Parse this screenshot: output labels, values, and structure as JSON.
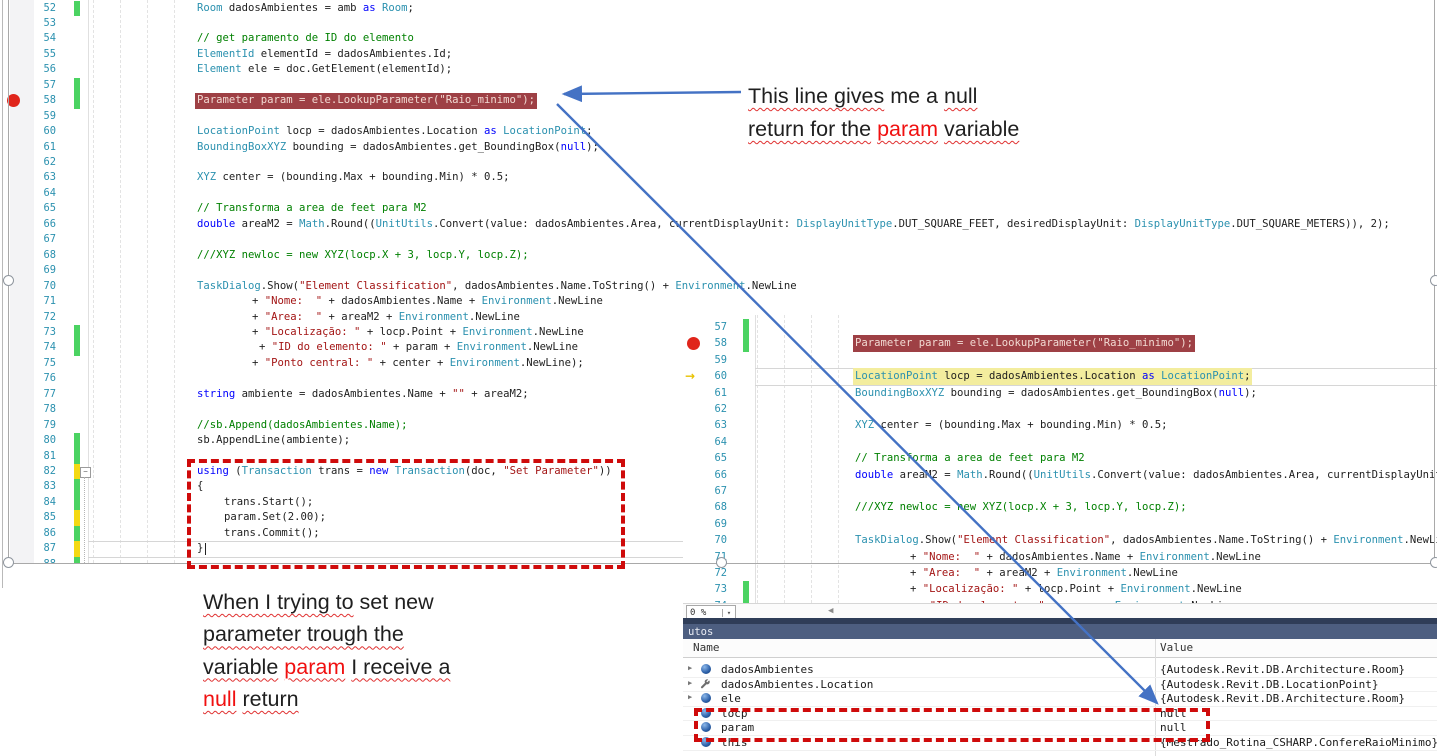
{
  "code": {
    "lines": [
      {
        "n": 52,
        "ind": 0,
        "tokens": [
          [
            "t",
            "Room"
          ],
          [
            "p",
            " dadosAmbientes = amb "
          ],
          [
            "k",
            "as"
          ],
          [
            "t",
            " Room"
          ],
          [
            "p",
            ";"
          ]
        ]
      },
      {
        "n": 53,
        "ind": 0,
        "tokens": []
      },
      {
        "n": 54,
        "ind": 0,
        "tokens": [
          [
            "c",
            "// get paramento de ID do elemento"
          ]
        ]
      },
      {
        "n": 55,
        "ind": 0,
        "tokens": [
          [
            "t",
            "ElementId"
          ],
          [
            "p",
            " elementId = dadosAmbientes.Id;"
          ]
        ]
      },
      {
        "n": 56,
        "ind": 0,
        "tokens": [
          [
            "t",
            "Element"
          ],
          [
            "p",
            " ele = doc.GetElement(elementId);"
          ]
        ]
      },
      {
        "n": 57,
        "ind": 0,
        "tokens": []
      },
      {
        "n": 58,
        "ind": 0,
        "tokens": [
          [
            "p",
            "Parameter param = ele.LookupParameter(\"Raio_minimo\");"
          ]
        ]
      },
      {
        "n": 59,
        "ind": 0,
        "tokens": []
      },
      {
        "n": 60,
        "ind": 0,
        "tokens": [
          [
            "t",
            "LocationPoint"
          ],
          [
            "p",
            " locp = dadosAmbientes.Location "
          ],
          [
            "k",
            "as"
          ],
          [
            "t",
            " LocationPoint"
          ],
          [
            "p",
            ";"
          ]
        ]
      },
      {
        "n": 61,
        "ind": 0,
        "tokens": [
          [
            "t",
            "BoundingBoxXYZ"
          ],
          [
            "p",
            " bounding = dadosAmbientes.get_BoundingBox("
          ],
          [
            "k",
            "null"
          ],
          [
            "p",
            ");"
          ]
        ]
      },
      {
        "n": 62,
        "ind": 0,
        "tokens": []
      },
      {
        "n": 63,
        "ind": 0,
        "tokens": [
          [
            "t",
            "XYZ"
          ],
          [
            "p",
            " center = (bounding.Max + bounding.Min) * 0.5;"
          ]
        ]
      },
      {
        "n": 64,
        "ind": 0,
        "tokens": []
      },
      {
        "n": 65,
        "ind": 0,
        "tokens": [
          [
            "c",
            "// Transforma a area de feet para M2"
          ]
        ]
      },
      {
        "n": 66,
        "ind": 0,
        "tokens": [
          [
            "k",
            "double"
          ],
          [
            "p",
            " areaM2 = "
          ],
          [
            "t",
            "Math"
          ],
          [
            "p",
            ".Round(("
          ],
          [
            "t",
            "UnitUtils"
          ],
          [
            "p",
            ".Convert(value: dadosAmbientes.Area, currentDisplayUnit: "
          ],
          [
            "t",
            "DisplayUnitType"
          ],
          [
            "p",
            ".DUT_SQUARE_FEET, desiredDisplayUnit: "
          ],
          [
            "t",
            "DisplayUnitType"
          ],
          [
            "p",
            ".DUT_SQUARE_METERS)), 2);"
          ]
        ]
      },
      {
        "n": 67,
        "ind": 0,
        "tokens": []
      },
      {
        "n": 68,
        "ind": 0,
        "tokens": [
          [
            "c",
            "///XYZ newloc = new XYZ(locp.X + 3, locp.Y, locp.Z);"
          ]
        ]
      },
      {
        "n": 69,
        "ind": 0,
        "tokens": []
      },
      {
        "n": 70,
        "ind": 0,
        "tokens": [
          [
            "t",
            "TaskDialog"
          ],
          [
            "p",
            ".Show("
          ],
          [
            "s",
            "\"Element Classification\""
          ],
          [
            "p",
            ", dadosAmbientes.Name.ToString() + "
          ],
          [
            "t",
            "Environment"
          ],
          [
            "p",
            ".NewLine"
          ]
        ]
      },
      {
        "n": 71,
        "ind": 55,
        "tokens": [
          [
            "p",
            "+ "
          ],
          [
            "s",
            "\"Nome:  \""
          ],
          [
            "p",
            " + dadosAmbientes.Name + "
          ],
          [
            "t",
            "Environment"
          ],
          [
            "p",
            ".NewLine"
          ]
        ]
      },
      {
        "n": 72,
        "ind": 55,
        "tokens": [
          [
            "p",
            "+ "
          ],
          [
            "s",
            "\"Area:  \""
          ],
          [
            "p",
            " + areaM2 + "
          ],
          [
            "t",
            "Environment"
          ],
          [
            "p",
            ".NewLine"
          ]
        ]
      },
      {
        "n": 73,
        "ind": 55,
        "tokens": [
          [
            "p",
            "+ "
          ],
          [
            "s",
            "\"Localização: \""
          ],
          [
            "p",
            " + locp.Point + "
          ],
          [
            "t",
            "Environment"
          ],
          [
            "p",
            ".NewLine"
          ]
        ]
      },
      {
        "n": 74,
        "ind": 62,
        "tokens": [
          [
            "p",
            "+ "
          ],
          [
            "s",
            "\"ID do elemento: \""
          ],
          [
            "p",
            " + param + "
          ],
          [
            "t",
            "Environment"
          ],
          [
            "p",
            ".NewLine"
          ]
        ]
      },
      {
        "n": 75,
        "ind": 55,
        "tokens": [
          [
            "p",
            "+ "
          ],
          [
            "s",
            "\"Ponto central: \""
          ],
          [
            "p",
            " + center + "
          ],
          [
            "t",
            "Environment"
          ],
          [
            "p",
            ".NewLine);"
          ]
        ]
      },
      {
        "n": 76,
        "ind": 0,
        "tokens": []
      },
      {
        "n": 77,
        "ind": 0,
        "tokens": [
          [
            "k",
            "string"
          ],
          [
            "p",
            " ambiente = dadosAmbientes.Name + "
          ],
          [
            "s",
            "\"\""
          ],
          [
            "p",
            " + areaM2;"
          ]
        ]
      },
      {
        "n": 78,
        "ind": 0,
        "tokens": []
      },
      {
        "n": 79,
        "ind": 0,
        "tokens": [
          [
            "c",
            "//sb.Append(dadosAmbientes.Name);"
          ]
        ]
      },
      {
        "n": 80,
        "ind": 0,
        "tokens": [
          [
            "p",
            "sb.AppendLine(ambiente);"
          ]
        ]
      },
      {
        "n": 81,
        "ind": 0,
        "tokens": []
      },
      {
        "n": 82,
        "ind": 0,
        "tokens": [
          [
            "k",
            "using"
          ],
          [
            "p",
            " ("
          ],
          [
            "t",
            "Transaction"
          ],
          [
            "p",
            " trans = "
          ],
          [
            "k",
            "new"
          ],
          [
            "t",
            " Transaction"
          ],
          [
            "p",
            "(doc, "
          ],
          [
            "s",
            "\"Set Parameter\""
          ],
          [
            "p",
            "))"
          ]
        ]
      },
      {
        "n": 83,
        "ind": 0,
        "tokens": [
          [
            "p",
            "{"
          ]
        ]
      },
      {
        "n": 84,
        "ind": 27,
        "tokens": [
          [
            "p",
            "trans.Start();"
          ]
        ]
      },
      {
        "n": 85,
        "ind": 27,
        "tokens": [
          [
            "p",
            "param.Set(2.00);"
          ]
        ]
      },
      {
        "n": 86,
        "ind": 27,
        "tokens": [
          [
            "p",
            "trans.Commit();"
          ]
        ]
      },
      {
        "n": 87,
        "ind": 0,
        "tokens": [
          [
            "p",
            "}"
          ]
        ]
      },
      {
        "n": 88,
        "ind": 0,
        "tokens": []
      }
    ]
  },
  "editor1": {
    "first_line": 52,
    "last_line": 88,
    "breakpoint_line": 58,
    "red_highlight_line": 58,
    "current_line": 87,
    "fold_minus_line": 82,
    "green_bars": [
      52,
      57,
      58,
      73,
      74,
      80,
      81,
      83,
      84,
      86,
      88
    ],
    "yellow_bars": [
      82,
      85,
      87
    ]
  },
  "editor2": {
    "first_line": 57,
    "last_line": 74,
    "breakpoint_line": 58,
    "red_highlight_line": 58,
    "yellow_highlight_line": 60,
    "current_arrow_line": 60,
    "current_line": 60,
    "squiggle_line": 74,
    "green_bars": [
      57,
      58,
      73,
      74
    ],
    "yellow_bars": [],
    "zoom_control_label": "0 %",
    "zoom_dropdown_icon": "▾",
    "scrollbar_left_icon": "◀"
  },
  "autos": {
    "title": "utos",
    "columns": [
      "Name",
      "Value"
    ],
    "rows": [
      {
        "expand": true,
        "icon": "sphere-icon",
        "name": "dadosAmbientes",
        "value": "{Autodesk.Revit.DB.Architecture.Room}"
      },
      {
        "expand": true,
        "icon": "wrench-icon",
        "name": "dadosAmbientes.Location",
        "value": "{Autodesk.Revit.DB.LocationPoint}"
      },
      {
        "expand": true,
        "icon": "sphere-icon",
        "name": "ele",
        "value": "{Autodesk.Revit.DB.Architecture.Room}"
      },
      {
        "expand": false,
        "icon": "sphere-icon",
        "name": "locp",
        "value": "null"
      },
      {
        "expand": false,
        "icon": "sphere-icon",
        "name": "param",
        "value": "null"
      },
      {
        "expand": false,
        "icon": "sphere-icon",
        "name": "this",
        "value": "{Mestrado_Rotina_CSHARP.ConfereRaioMinimo}"
      }
    ]
  },
  "annotations": {
    "top_right_lines": [
      [
        {
          "t": "This line gives",
          "w": 1
        },
        {
          "t": " me a ",
          "w": 0
        },
        {
          "t": "null",
          "w": 1
        }
      ],
      [
        {
          "t": "return for the",
          "w": 1
        },
        {
          "t": " ",
          "w": 0
        },
        {
          "t": "param",
          "w": 1,
          "r": 1
        },
        {
          "t": " ",
          "w": 0
        },
        {
          "t": "variable",
          "w": 1
        }
      ]
    ],
    "bottom_left_lines": [
      [
        {
          "t": "When I trying to",
          "w": 1
        },
        {
          "t": " set new",
          "w": 0
        }
      ],
      [
        {
          "t": "parameter trough the",
          "w": 1
        }
      ],
      [
        {
          "t": "variable",
          "w": 1
        },
        {
          "t": " ",
          "w": 0
        },
        {
          "t": "param",
          "w": 1,
          "r": 1
        },
        {
          "t": " ",
          "w": 0
        },
        {
          "t": "I receive a",
          "w": 1
        }
      ],
      [
        {
          "t": "null",
          "w": 1,
          "r": 1
        },
        {
          "t": " ",
          "w": 0
        },
        {
          "t": "return",
          "w": 1
        }
      ]
    ]
  },
  "colors": {
    "arrow_blue": "#4472C4",
    "dashed_box_red": "#CF0B0B",
    "breakpoint_red": "#E0251B",
    "red_highlight_bg": "#9E4045",
    "yellow_highlight_bg": "#F3ED9E",
    "change_bar_green": "#4BD362",
    "change_bar_yellow": "#F4D913"
  }
}
